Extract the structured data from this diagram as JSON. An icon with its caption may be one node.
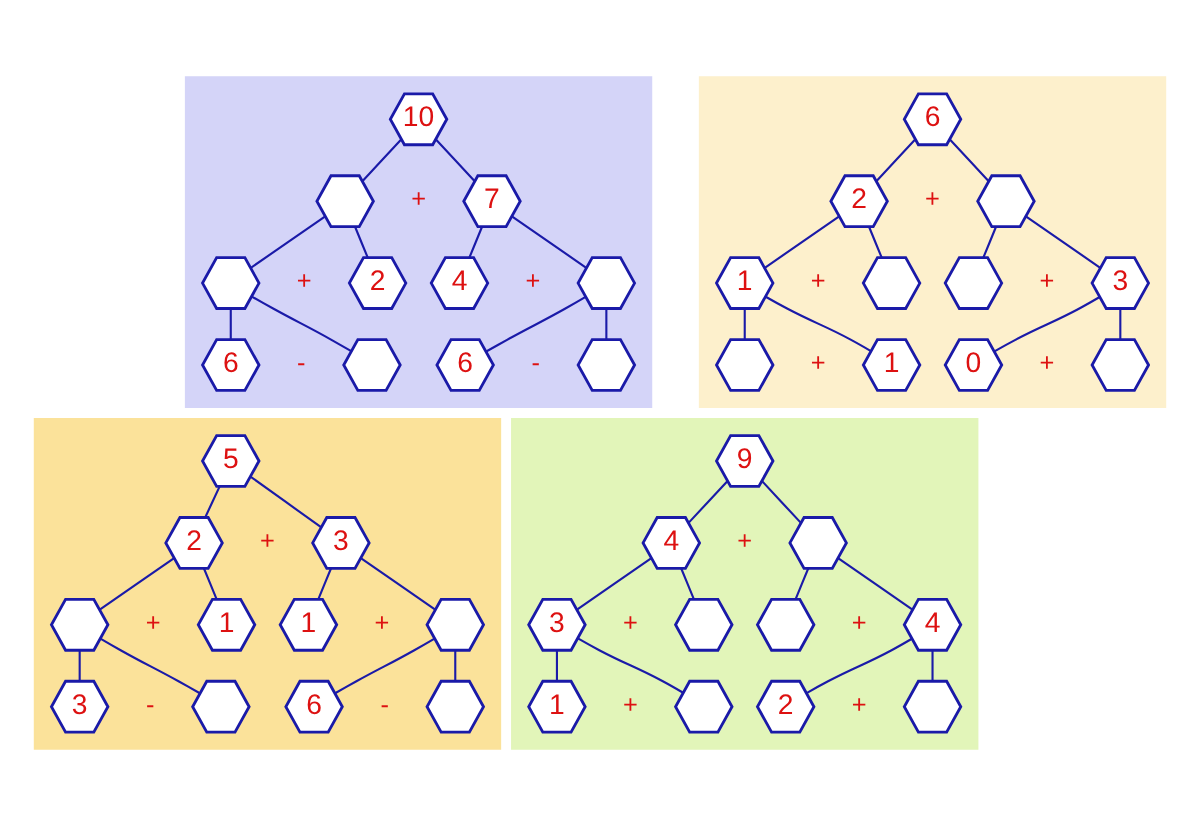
{
  "diagram": {
    "nodes": [
      {
        "text": [],
        "shape": "box"
      },
      {
        "text": [
          "10"
        ],
        "in": 0
      },
      {
        "text": [],
        "shape": "hexagon",
        "in": 0
      },
      {
        "text": [
          "7"
        ],
        "in": 0
      },
      {
        "text": [],
        "shape": "hexagon",
        "in": 0
      },
      {
        "text": [
          "2"
        ],
        "in": 0
      },
      {
        "text": [
          "4"
        ],
        "in": 0
      },
      {
        "text": [],
        "shape": "hexagon",
        "in": 0
      },
      {
        "text": [
          "6"
        ],
        "in": 0
      },
      {
        "text": [],
        "shape": "hexagon",
        "in": 0
      },
      {
        "text": [
          "6"
        ],
        "in": 0
      },
      {
        "text": [],
        "shape": "hexagon",
        "in": 0
      },
      {
        "text": [],
        "shape": "box"
      },
      {
        "text": [
          "6"
        ],
        "in": 12
      },
      {
        "text": [
          "2"
        ],
        "in": 12
      },
      {
        "text": [],
        "shape": "hexagon",
        "in": 12
      },
      {
        "text": [
          "1"
        ],
        "in": 12
      },
      {
        "text": [],
        "shape": "hexagon",
        "in": 12
      },
      {
        "text": [],
        "shape": "hexagon",
        "in": 12
      },
      {
        "text": [
          "3"
        ],
        "in": 12
      },
      {
        "text": [],
        "shape": "hexagon",
        "in": 12
      },
      {
        "text": [
          "1"
        ],
        "in": 12
      },
      {
        "text": [
          "0"
        ],
        "in": 12
      },
      {
        "text": [],
        "shape": "hexagon",
        "in": 12
      },
      {
        "text": [],
        "shape": "box"
      },
      {
        "text": [
          "5"
        ],
        "in": 24
      },
      {
        "text": [
          "2"
        ],
        "in": 24
      },
      {
        "text": [
          "3"
        ],
        "in": 24
      },
      {
        "text": [],
        "shape": "hexagon",
        "in": 24
      },
      {
        "text": [
          "1"
        ],
        "in": 24
      },
      {
        "text": [
          "1"
        ],
        "in": 24
      },
      {
        "text": [],
        "shape": "hexagon",
        "in": 24
      },
      {
        "text": [
          "3"
        ],
        "in": 24
      },
      {
        "text": [],
        "shape": "hexagon",
        "in": 24
      },
      {
        "text": [
          "6"
        ],
        "in": 24
      },
      {
        "text": [],
        "shape": "hexagon",
        "in": 24
      },
      {
        "text": [],
        "shape": "box"
      },
      {
        "text": [
          "9"
        ],
        "in": 36
      },
      {
        "text": [
          "4"
        ],
        "in": 36
      },
      {
        "text": [],
        "shape": "hexagon",
        "in": 36
      },
      {
        "text": [
          "3"
        ],
        "in": 36
      },
      {
        "text": [],
        "shape": "hexagon",
        "in": 36
      },
      {
        "text": [],
        "shape": "hexagon",
        "in": 36
      },
      {
        "text": [
          "4"
        ],
        "in": 36
      },
      {
        "text": [
          "1"
        ],
        "in": 36
      },
      {
        "text": [],
        "shape": "hexagon",
        "in": 36
      },
      {
        "text": [
          "2"
        ],
        "in": 36
      },
      {
        "text": [],
        "shape": "hexagon",
        "in": 36
      }
    ],
    "edges": [
      {
        "from": 1,
        "to": 2,
        "arrow": "none"
      },
      {
        "from": 1,
        "to": 3,
        "arrow": "none"
      },
      {
        "from": 2,
        "to": 4,
        "arrow": "none"
      },
      {
        "from": 2,
        "to": 5,
        "arrow": "none"
      },
      {
        "from": 3,
        "to": 6,
        "arrow": "none"
      },
      {
        "from": 3,
        "to": 7,
        "arrow": "none"
      },
      {
        "from": 4,
        "to": 8,
        "arrow": "none"
      },
      {
        "from": 4,
        "to": 9,
        "arrow": "none"
      },
      {
        "from": 7,
        "to": 10,
        "arrow": "none"
      },
      {
        "from": 7,
        "to": 11,
        "arrow": "none"
      },
      {
        "from": 13,
        "to": 14,
        "arrow": "none"
      },
      {
        "from": 13,
        "to": 15,
        "arrow": "none"
      },
      {
        "from": 14,
        "to": 16,
        "arrow": "none"
      },
      {
        "from": 14,
        "to": 17,
        "arrow": "none"
      },
      {
        "from": 15,
        "to": 18,
        "arrow": "none"
      },
      {
        "from": 15,
        "to": 19,
        "arrow": "none"
      },
      {
        "from": 16,
        "to": 20,
        "arrow": "none"
      },
      {
        "from": 16,
        "to": 21,
        "arrow": "none"
      },
      {
        "from": 19,
        "to": 22,
        "arrow": "none"
      },
      {
        "from": 19,
        "to": 23,
        "arrow": "none"
      },
      {
        "from": 25,
        "to": 26,
        "arrow": "none"
      },
      {
        "from": 25,
        "to": 27,
        "arrow": "none"
      },
      {
        "from": 26,
        "to": 28,
        "arrow": "none"
      },
      {
        "from": 26,
        "to": 29,
        "arrow": "none"
      },
      {
        "from": 27,
        "to": 30,
        "arrow": "none"
      },
      {
        "from": 27,
        "to": 31,
        "arrow": "none"
      },
      {
        "from": 28,
        "to": 32,
        "arrow": "none"
      },
      {
        "from": 28,
        "to": 33,
        "arrow": "none"
      },
      {
        "from": 31,
        "to": 34,
        "arrow": "none"
      },
      {
        "from": 31,
        "to": 35,
        "arrow": "none"
      },
      {
        "from": 37,
        "to": 38,
        "arrow": "none"
      },
      {
        "from": 37,
        "to": 39,
        "arrow": "none"
      },
      {
        "from": 38,
        "to": 40,
        "arrow": "none"
      },
      {
        "from": 38,
        "to": 41,
        "arrow": "none"
      },
      {
        "from": 39,
        "to": 42,
        "arrow": "none"
      },
      {
        "from": 39,
        "to": 43,
        "arrow": "none"
      },
      {
        "from": 40,
        "to": 44,
        "arrow": "none"
      },
      {
        "from": 40,
        "to": 45,
        "arrow": "none"
      },
      {
        "from": 43,
        "to": 46,
        "arrow": "none"
      },
      {
        "from": 43,
        "to": 47,
        "arrow": "none"
      }
    ],
    "labels": [
      "+",
      "+",
      "+",
      "-",
      "-",
      "+",
      "+",
      "+",
      "+",
      "+",
      "+",
      "+",
      "+",
      "-",
      "-",
      "+",
      "+",
      "+",
      "+",
      "+"
    ]
  }
}
